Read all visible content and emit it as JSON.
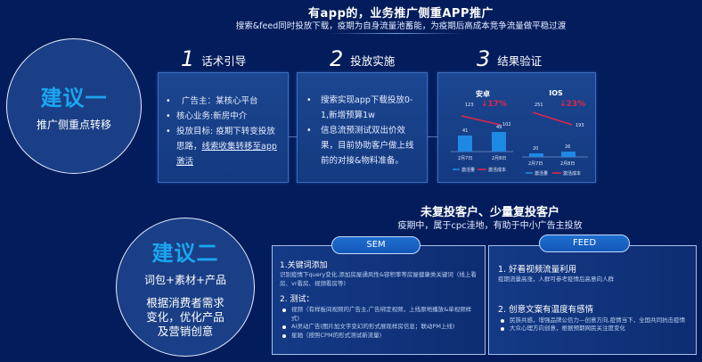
{
  "header": {
    "title": "有app的，业务推广侧重APP推广",
    "subtitle": "搜索&feed同时投放下载，疫期为自身流量池蓄能，为疫期后高成本竞争流量做平稳过渡"
  },
  "suggestion1": {
    "title": "建议一",
    "subtitle": "推广侧重点转移"
  },
  "steps": [
    {
      "number": "1",
      "label": "话术引导",
      "bullets": [
        "广告主：某核心平台",
        "核心业务:新房中介",
        "投放目标: 疫期下转变投放思路，"
      ],
      "underlined_text": "线索收集转移至app激活"
    },
    {
      "number": "2",
      "label": "投放实施",
      "bullets": [
        "搜索实现app下载投放0-1,新增预算1w",
        "信息流预测试双出价效果，目前协助客户做上线前的对接&物料准备。"
      ]
    },
    {
      "number": "3",
      "label": "结果验证"
    }
  ],
  "chart_data": [
    {
      "type": "bar",
      "title": "安卓",
      "categories": [
        "2月7日",
        "2月8日"
      ],
      "series": [
        {
          "name": "激活量",
          "type": "bar",
          "values": [
            41,
            49
          ],
          "color": "#1e88e5"
        },
        {
          "name": "激活成本",
          "type": "line",
          "values": [
            123,
            102
          ],
          "color": "#e0264a"
        }
      ],
      "annotation": "↓17%",
      "legend": [
        "激活量",
        "激活成本"
      ],
      "legend_position": "bottom"
    },
    {
      "type": "bar",
      "title": "IOS",
      "categories": [
        "2月7日",
        "2月8日"
      ],
      "series": [
        {
          "name": "激活量",
          "type": "bar",
          "values": [
            20,
            26
          ],
          "color": "#1e88e5"
        },
        {
          "name": "激活成本",
          "type": "line",
          "values": [
            251,
            193
          ],
          "color": "#e0264a"
        }
      ],
      "annotation": "↓23%",
      "legend": [
        "激活量",
        "激活成本"
      ],
      "legend_position": "bottom"
    }
  ],
  "charts": {
    "android": {
      "title": "安卓",
      "cost_start": "123",
      "cost_end": "102",
      "pct": "↓17%",
      "bar1": "41",
      "bar2": "49",
      "date1": "2月7日",
      "date2": "2月8日",
      "legend_bar": "激活量",
      "legend_line": "激活成本"
    },
    "ios": {
      "title": "IOS",
      "cost_start": "251",
      "cost_end": "193",
      "pct": "↓23%",
      "bar1": "20",
      "bar2": "26",
      "date1": "2月7日",
      "date2": "2月8日",
      "legend_bar": "激活量",
      "legend_line": "激活成本"
    }
  },
  "section2": {
    "title": "未复投客户、少量复投客户",
    "subtitle": "疫期中，属于cpc洼地，有助于中小广告主投放"
  },
  "suggestion2": {
    "title": "建议二",
    "subtitle": "词包+素材+产品",
    "body_lines": [
      "根据消费者需求",
      "变化，优化产品",
      "及营销创意"
    ]
  },
  "sem": {
    "label": "SEM",
    "item1_title": "1.关键词添加",
    "item1_desc": "识别疫情下query变化,添加房屋通风性&容积率等房屋健康类关键词（线上看房、vr看房、视频看房等)",
    "item2_title": "2. 测试：",
    "item2_bullets": [
      "视频（有样板间视频的广告主,广告绑定视频，上线原地播放&单视频样式)",
      "AI灵动广告(图片加文字变幻的形式展现样房信息；联动PM上线)",
      "星驰（按照CPM的形式测试新流量)"
    ]
  },
  "feed": {
    "label": "FEED",
    "item1_title": "1.  好看视频流量利用",
    "item1_desc": "疫期流量高涨，人群可参考疫情后高意向人群",
    "item2_title": "2. 创意文案有温度有感情",
    "item2_bullets": [
      "民族共感，增强品牌公信力—创意方向,疫情当下，全国共同抗击疫情",
      "大众心理方向创意，根据预期网民关注度变化"
    ]
  }
}
